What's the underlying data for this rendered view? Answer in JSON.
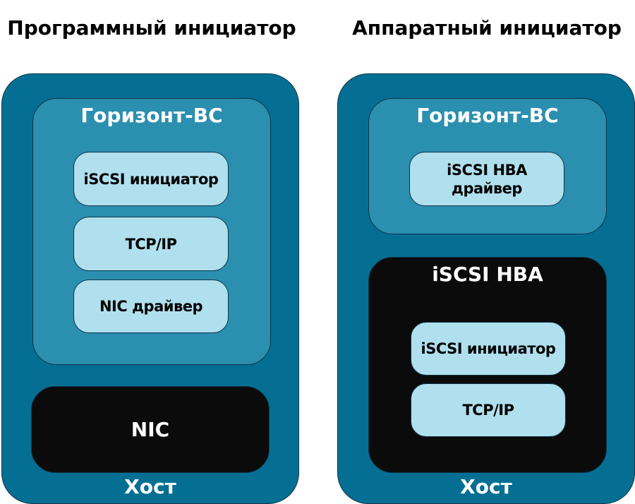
{
  "colors": {
    "host": "#056f93",
    "os": "#2b8fb0",
    "layer": "#b0e0ee",
    "hardware": "#0b0b0b",
    "label_light": "#ffffff",
    "label_dark": "#000000"
  },
  "software_initiator": {
    "title": "Программный инициатор",
    "host_label": "Хост",
    "os_label": "Горизонт-ВС",
    "layers": [
      "iSCSI инициатор",
      "TCP/IP",
      "NIC драйвер"
    ],
    "nic_label": "NIC"
  },
  "hardware_initiator": {
    "title": "Аппаратный инициатор",
    "host_label": "Хост",
    "os_label": "Горизонт-ВС",
    "driver_label": "iSCSI HBA драйвер",
    "hba_label": "iSCSI HBA",
    "hba_layers": [
      "iSCSI инициатор",
      "TCP/IP"
    ]
  }
}
